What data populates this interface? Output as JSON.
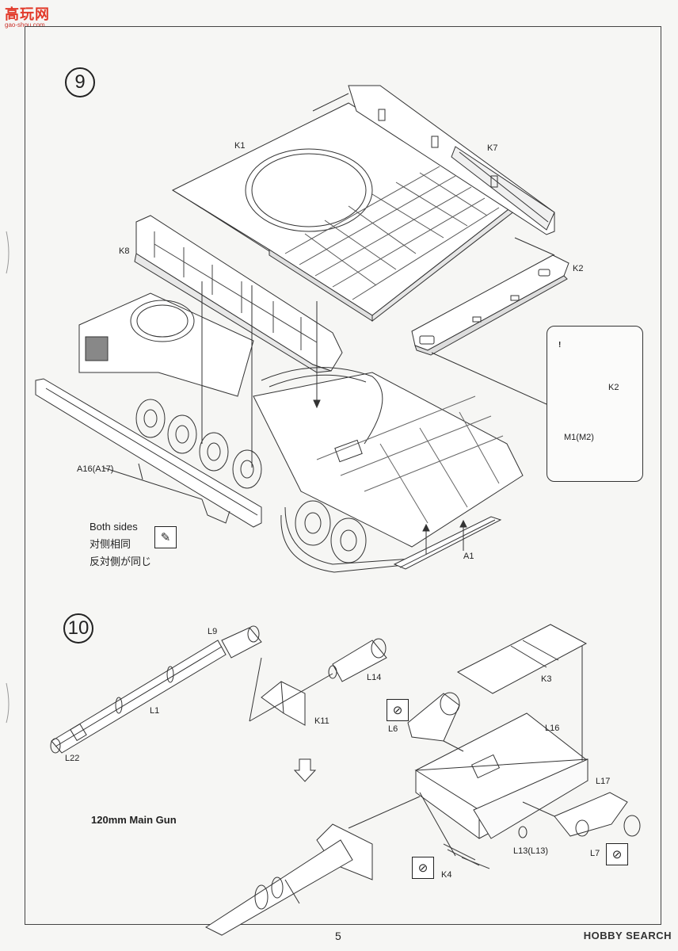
{
  "watermark": {
    "brand": "高玩网",
    "url": "gao-shou.com"
  },
  "logo": {
    "text": "HOBBY SEARCH"
  },
  "page_number": "5",
  "step9": {
    "number": "9",
    "labels": {
      "k1": "K1",
      "k7": "K7",
      "k8": "K8",
      "k2": "K2",
      "a16": "A16(A17)",
      "a1": "A1"
    },
    "note": {
      "en": "Both sides",
      "zh": "对侧相同",
      "ja": "反対側が同じ"
    },
    "warning": {
      "icon": "!",
      "k2": "K2",
      "m1": "M1(M2)"
    }
  },
  "step10": {
    "number": "10",
    "labels": {
      "l9": "L9",
      "l14": "L14",
      "l1": "L1",
      "k11": "K11",
      "l22": "L22",
      "k3": "K3",
      "l6": "L6",
      "l16": "L16",
      "l17": "L17",
      "l13": "L13(L13)",
      "l7": "L7",
      "k4": "K4"
    },
    "caption": "120mm Main Gun"
  },
  "icons": {
    "glue": "glue-icon",
    "no_glue": "no-glue-icon",
    "warning": "warning-icon"
  }
}
